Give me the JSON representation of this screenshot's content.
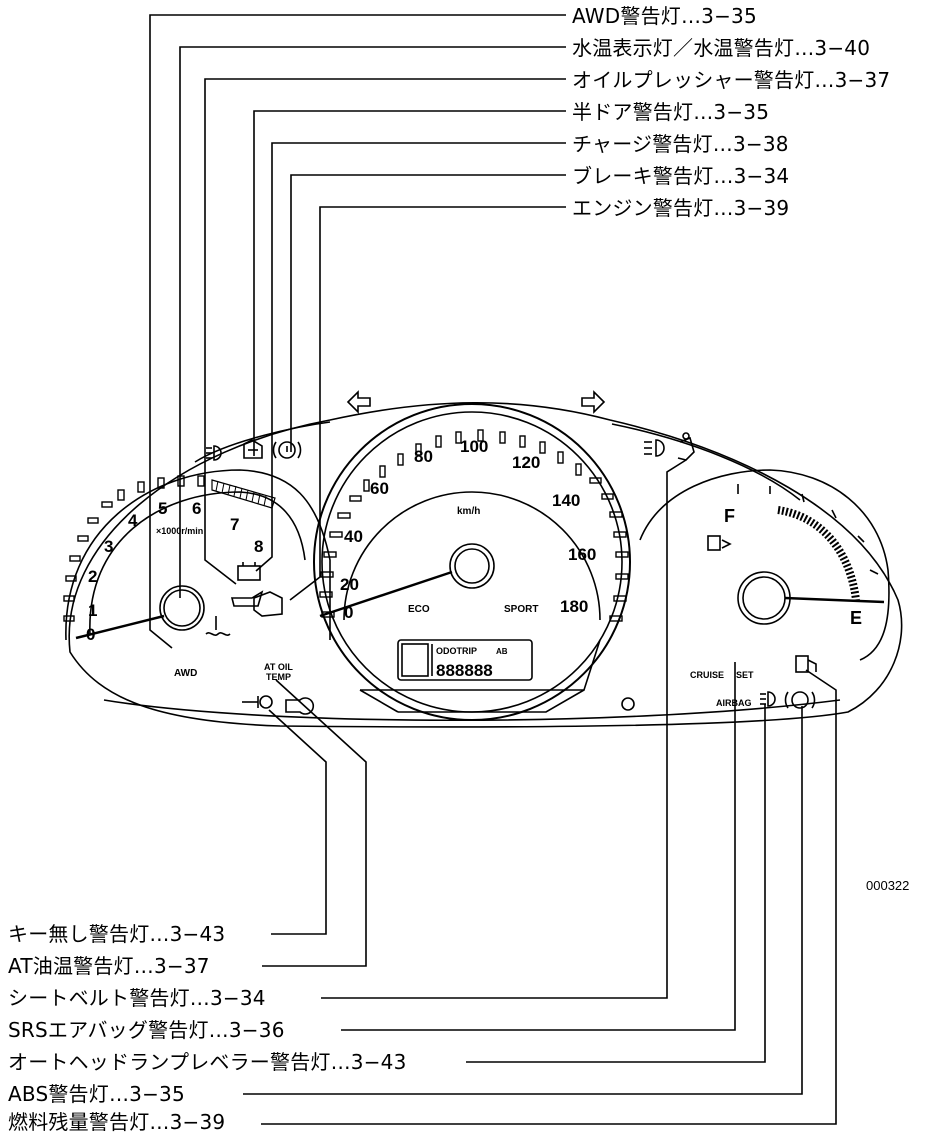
{
  "callouts_top": [
    "AWD警告灯…3−35",
    "水温表示灯／水温警告灯…3−40",
    "オイルプレッシャー警告灯…3−37",
    "半ドア警告灯…3−35",
    "チャージ警告灯…3−38",
    "ブレーキ警告灯…3−34",
    "エンジン警告灯…3−39"
  ],
  "callouts_bottom": [
    "キー無し警告灯…3−43",
    "AT油温警告灯…3−37",
    "シートベルト警告灯…3−34",
    "SRSエアバッグ警告灯…3−36",
    "オートヘッドランプレベラー警告灯…3−43",
    "ABS警告灯…3−35",
    "燃料残量警告灯…3−39"
  ],
  "figure_code": "000322",
  "speedometer": {
    "tick_labels": [
      "0",
      "20",
      "40",
      "60",
      "80",
      "100",
      "120",
      "140",
      "160",
      "180"
    ],
    "unit": "km/h",
    "eco_label": "ECO",
    "sport_label": "SPORT",
    "odo_label": "ODOTRIP",
    "odo_ab": "AB",
    "odo_display": "888888"
  },
  "tachometer": {
    "tick_labels": [
      "0",
      "1",
      "2",
      "3",
      "4",
      "5",
      "6",
      "7",
      "8"
    ],
    "unit": "×1000r/min"
  },
  "fuel_gauge": {
    "full_label": "F",
    "empty_label": "E"
  },
  "indicators": {
    "awd": "AWD",
    "at_oil_line1": "AT OIL",
    "at_oil_line2": "TEMP",
    "cruise": "CRUISE",
    "set": "SET",
    "airbag": "AIRBAG"
  }
}
